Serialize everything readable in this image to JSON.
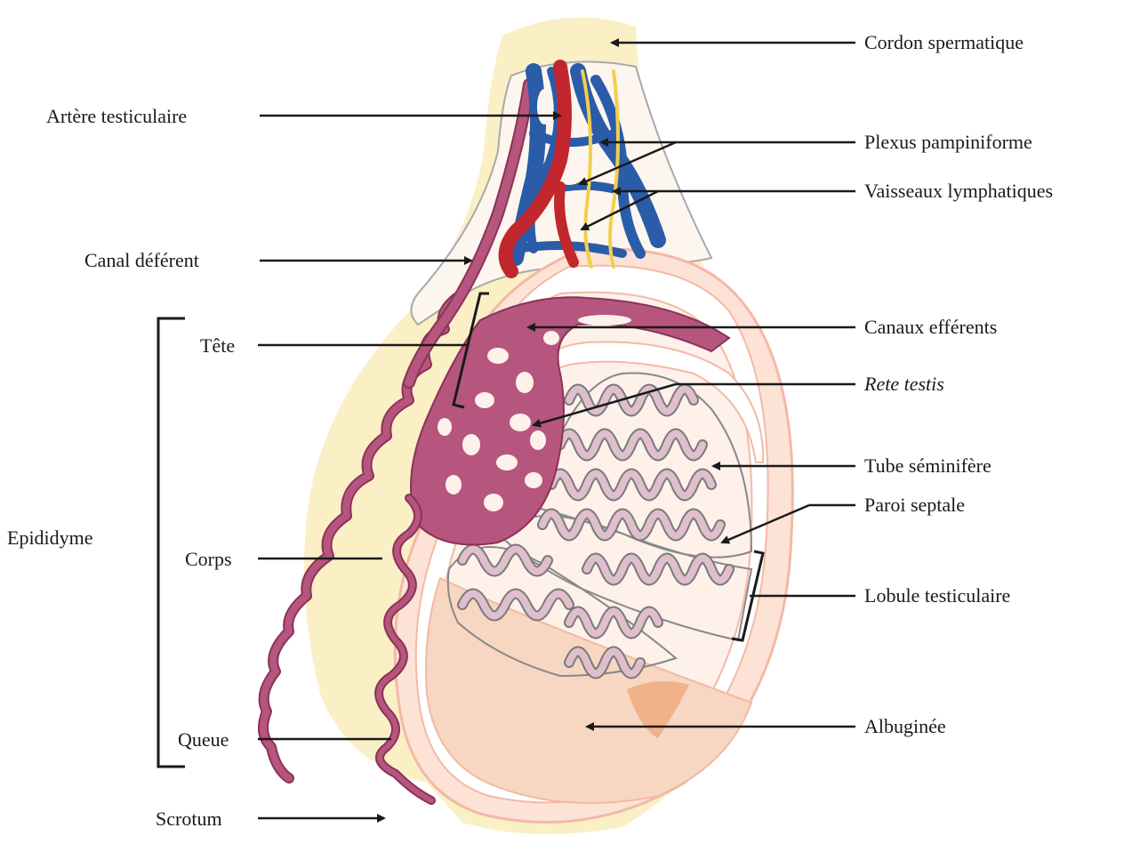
{
  "labels": {
    "cordon_spermatique": "Cordon spermatique",
    "artere_testiculaire": "Artère testiculaire",
    "plexus_pampiniforme": "Plexus pampiniforme",
    "vaisseaux_lymphatiques": "Vaisseaux lymphatiques",
    "canal_deferent": "Canal déférent",
    "canaux_efferents": "Canaux efférents",
    "rete_testis": "Rete testis",
    "tete": "Tête",
    "tube_seminifere": "Tube séminifère",
    "paroi_septale": "Paroi septale",
    "epididyme": "Epididyme",
    "corps": "Corps",
    "lobule_testiculaire": "Lobule testiculaire",
    "albuginee": "Albuginée",
    "queue": "Queue",
    "scrotum": "Scrotum"
  },
  "colors": {
    "scrotum_fill": "#fbefc6",
    "tunica_fill": "#fde3d6",
    "tunica_stroke": "#f3b9a6",
    "testis_interior": "#fdf1ea",
    "albuginea_fill": "#f7cdb0",
    "epididymis": "#b6557e",
    "epididymis_stroke": "#8a3358",
    "seminiferous_fill": "#dfbfcc",
    "seminiferous_stroke": "#7a7a7a",
    "artery": "#c1272d",
    "vein": "#2b5caa",
    "lymphatic": "#f2cf4a",
    "pointer": "#1a1a1a"
  }
}
